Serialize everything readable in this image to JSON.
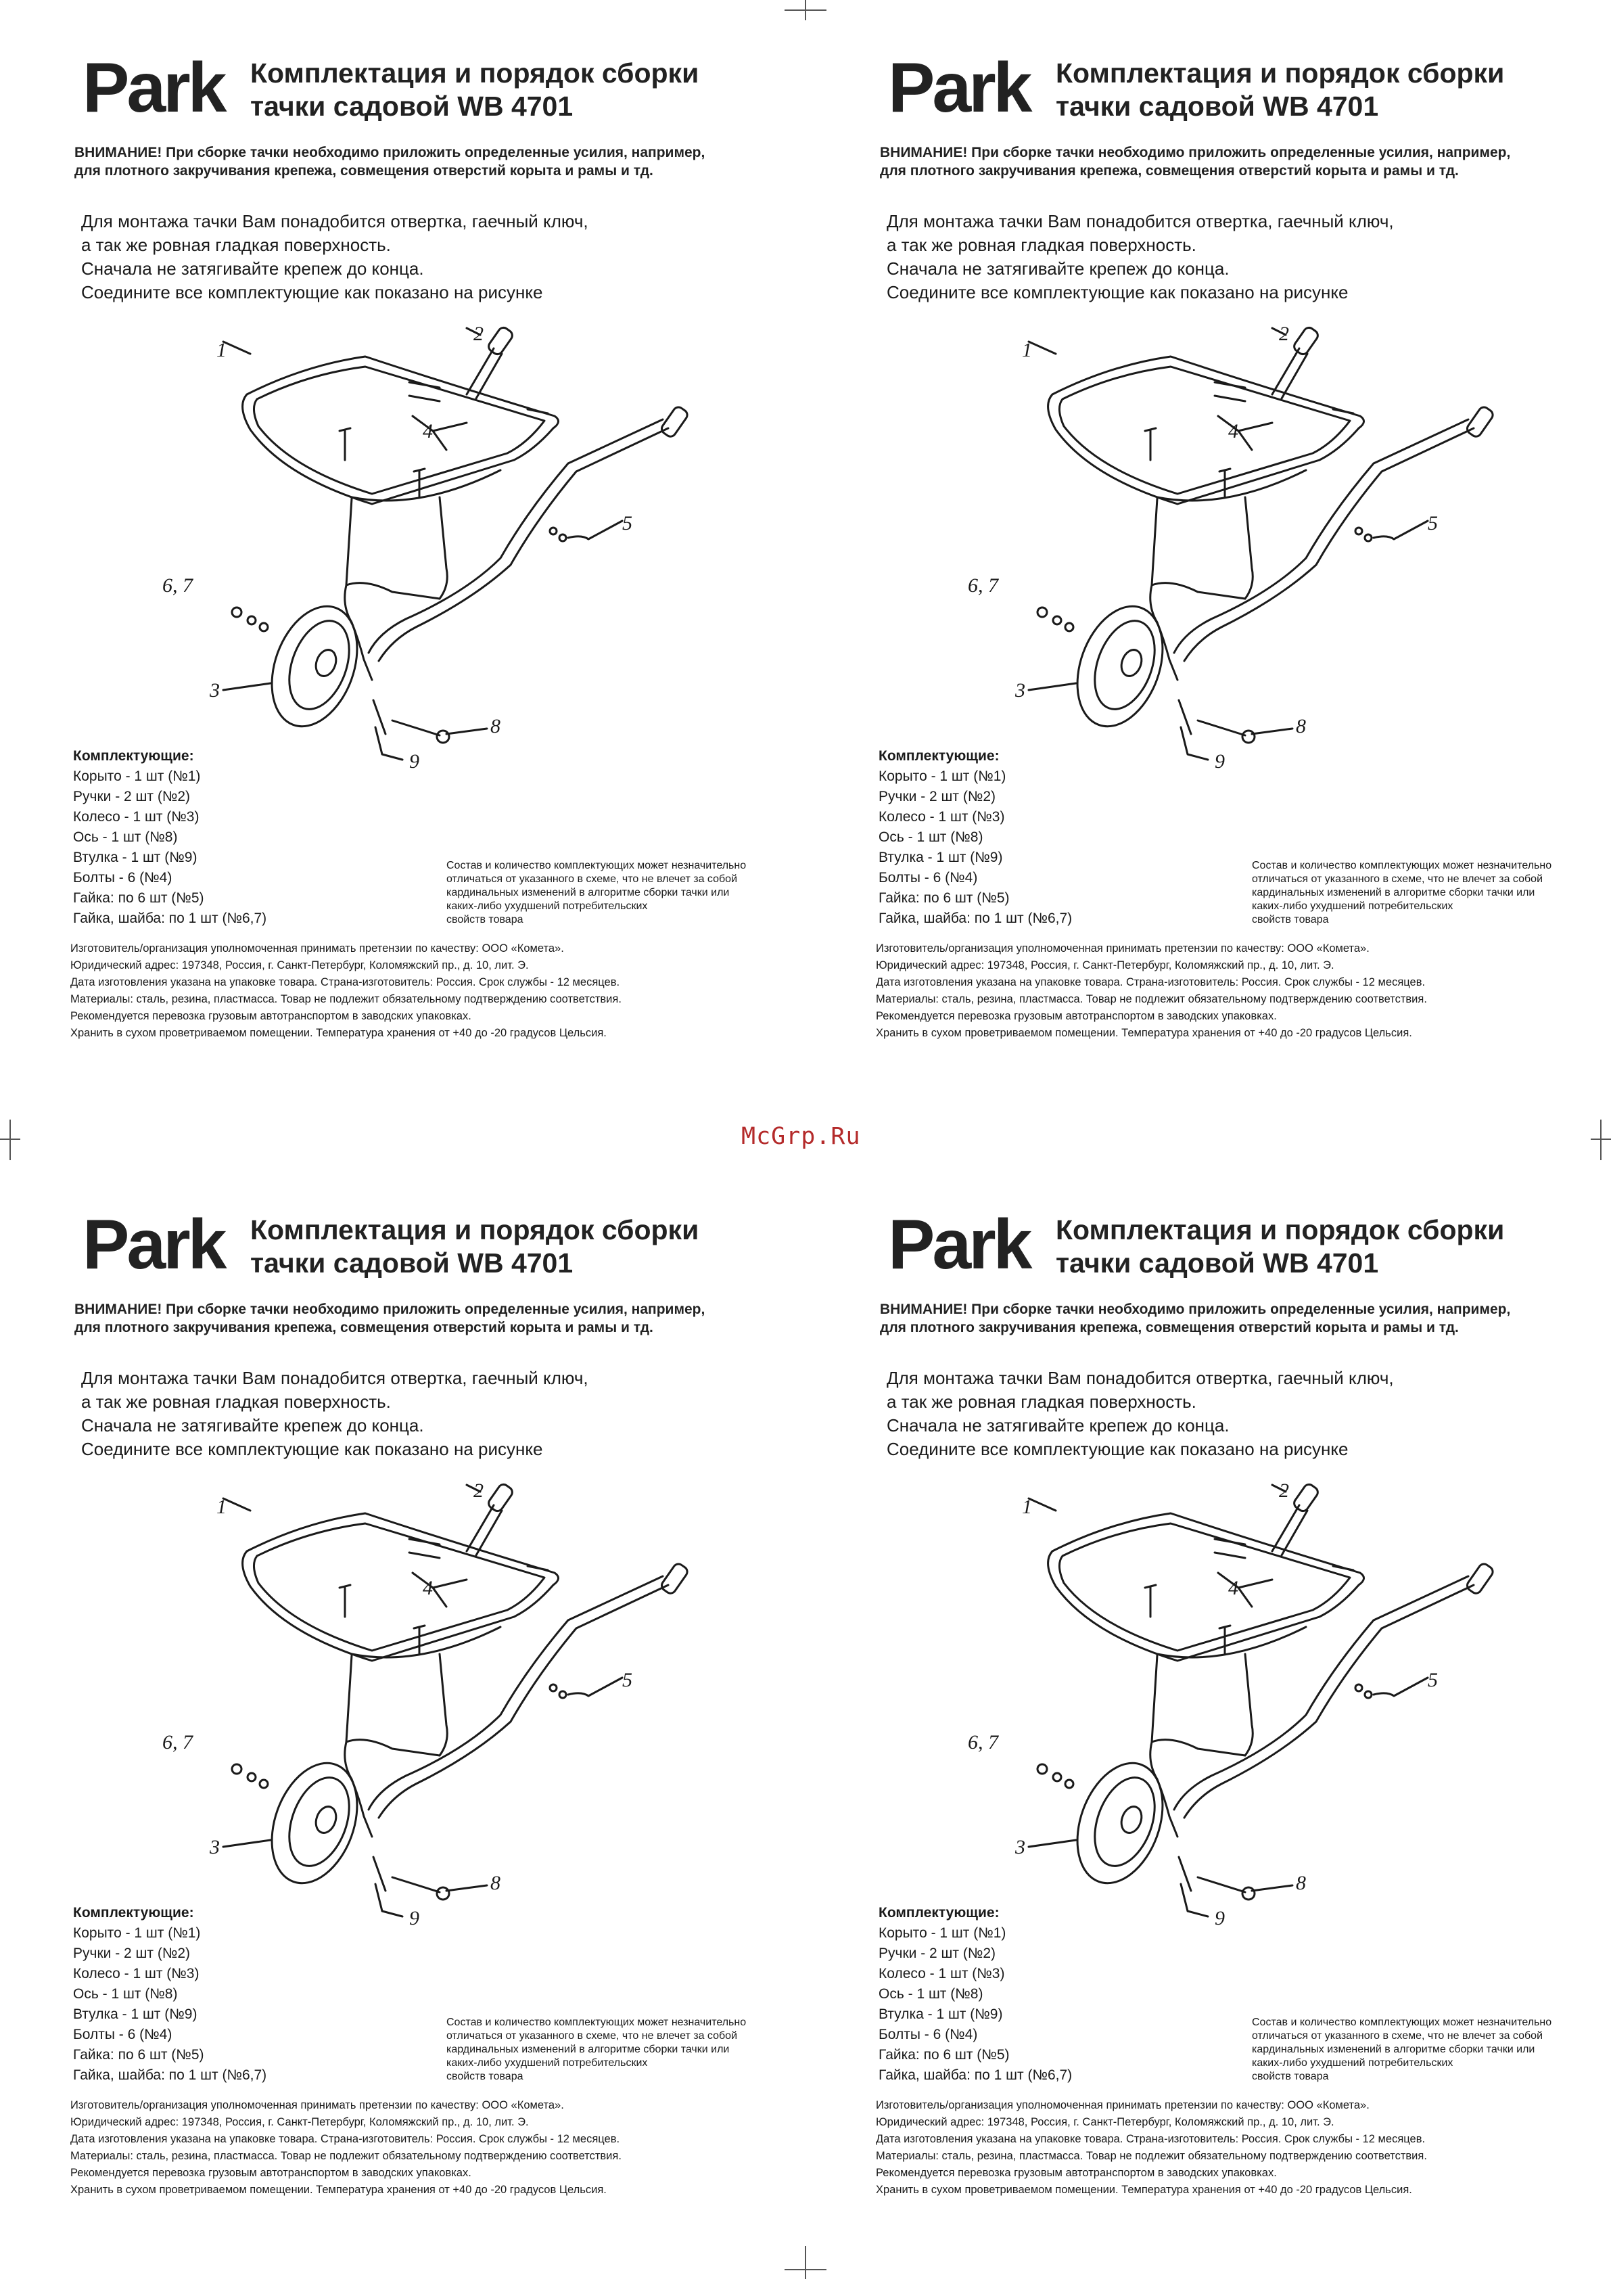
{
  "watermark": "McGrp.Ru",
  "panels": [
    {
      "brand": "Park",
      "title_line1": "Комплектация и порядок сборки",
      "title_line2": "тачки садовой WB 4701",
      "warning_line1": "ВНИМАНИЕ! При сборке тачки необходимо приложить определенные усилия, например,",
      "warning_line2": "для плотного закручивания крепежа, совмещения отверстий корыта и рамы и тд.",
      "intro": [
        "Для монтажа тачки Вам понадобится отвертка, гаечный ключ,",
        "а так же ровная гладкая поверхность.",
        "Сначала не затягивайте крепеж до конца.",
        "Соедините все комплектующие как показано на рисунке"
      ],
      "diagram_labels": {
        "l1": "1",
        "l2": "2",
        "l3": "3",
        "l4": "4",
        "l5": "5",
        "l67": "6, 7",
        "l8": "8",
        "l9": "9"
      },
      "parts_title": "Комплектующие:",
      "parts": [
        "Корыто - 1 шт  (№1)",
        "Ручки - 2 шт (№2)",
        "Колесо - 1 шт  (№3)",
        "Ось - 1 шт  (№8)",
        "Втулка - 1 шт  (№9)",
        "Болты  - 6 (№4)",
        "Гайка: по 6 шт  (№5)",
        "Гайка, шайба: по 1 шт  (№6,7)"
      ],
      "disclaimer": [
        "Состав и количество комплектующих может незначительно",
        "отличаться от указанного в схеме, что не влечет за собой",
        "кардинальных изменений в алгоритме сборки тачки или",
        "каких-либо ухудшений потребительских",
        "свойств товара"
      ],
      "footer": [
        "Изготовитель/организация уполномоченная принимать претензии  по качеству: ООО «Комета».",
        "Юридический адрес: 197348, Россия, г. Санкт-Петербург, Коломяжский пр., д. 10, лит. Э.",
        "Дата изготовления указана на упаковке товара. Страна-изготовитель: Россия. Срок службы - 12 месяцев.",
        "Материалы: сталь, резина, пластмасса. Товар не подлежит обязательному подтверждению соответствия.",
        "Рекомендуется перевозка грузовым автотранспортом в заводских упаковках.",
        "Хранить в сухом проветриваемом помещении. Температура хранения от +40 до -20 градусов Цельсия."
      ]
    },
    {
      "brand": "Park",
      "title_line1": "Комплектация и порядок сборки",
      "title_line2": "тачки садовой WB 4701",
      "warning_line1": "ВНИМАНИЕ! При сборке тачки необходимо приложить определенные усилия, например,",
      "warning_line2": "для плотного закручивания крепежа, совмещения отверстий корыта и рамы и тд.",
      "intro": [
        "Для монтажа тачки Вам понадобится отвертка, гаечный ключ,",
        "а так же ровная гладкая поверхность.",
        "Сначала не затягивайте крепеж до конца.",
        "Соедините все комплектующие как показано на рисунке"
      ],
      "diagram_labels": {
        "l1": "1",
        "l2": "2",
        "l3": "3",
        "l4": "4",
        "l5": "5",
        "l67": "6, 7",
        "l8": "8",
        "l9": "9"
      },
      "parts_title": "Комплектующие:",
      "parts": [
        "Корыто - 1 шт  (№1)",
        "Ручки - 2 шт (№2)",
        "Колесо - 1 шт  (№3)",
        "Ось - 1 шт  (№8)",
        "Втулка - 1 шт  (№9)",
        "Болты  - 6 (№4)",
        "Гайка: по 6 шт  (№5)",
        "Гайка, шайба: по 1 шт  (№6,7)"
      ],
      "disclaimer": [
        "Состав и количество комплектующих может незначительно",
        "отличаться от указанного в схеме, что не влечет за собой",
        "кардинальных изменений в алгоритме сборки тачки или",
        "каких-либо ухудшений потребительских",
        "свойств товара"
      ],
      "footer": [
        "Изготовитель/организация уполномоченная принимать претензии  по качеству: ООО «Комета».",
        "Юридический адрес: 197348, Россия, г. Санкт-Петербург, Коломяжский пр., д. 10, лит. Э.",
        "Дата изготовления указана на упаковке товара. Страна-изготовитель: Россия. Срок службы - 12 месяцев.",
        "Материалы: сталь, резина, пластмасса. Товар не подлежит обязательному подтверждению соответствия.",
        "Рекомендуется перевозка грузовым автотранспортом в заводских упаковках.",
        "Хранить в сухом проветриваемом помещении. Температура хранения от +40 до -20 градусов Цельсия."
      ]
    },
    {
      "brand": "Park",
      "title_line1": "Комплектация и порядок сборки",
      "title_line2": "тачки садовой WB 4701",
      "warning_line1": "ВНИМАНИЕ! При сборке тачки необходимо приложить определенные усилия, например,",
      "warning_line2": "для плотного закручивания крепежа, совмещения отверстий корыта и рамы и тд.",
      "intro": [
        "Для монтажа тачки Вам понадобится отвертка, гаечный ключ,",
        "а так же ровная гладкая поверхность.",
        "Сначала не затягивайте крепеж до конца.",
        "Соедините все комплектующие как показано на рисунке"
      ],
      "diagram_labels": {
        "l1": "1",
        "l2": "2",
        "l3": "3",
        "l4": "4",
        "l5": "5",
        "l67": "6, 7",
        "l8": "8",
        "l9": "9"
      },
      "parts_title": "Комплектующие:",
      "parts": [
        "Корыто - 1 шт  (№1)",
        "Ручки - 2 шт (№2)",
        "Колесо - 1 шт  (№3)",
        "Ось - 1 шт  (№8)",
        "Втулка - 1 шт  (№9)",
        "Болты  - 6 (№4)",
        "Гайка: по 6 шт  (№5)",
        "Гайка, шайба: по 1 шт  (№6,7)"
      ],
      "disclaimer": [
        "Состав и количество комплектующих может незначительно",
        "отличаться от указанного в схеме, что не влечет за собой",
        "кардинальных изменений в алгоритме сборки тачки или",
        "каких-либо ухудшений потребительских",
        "свойств товара"
      ],
      "footer": [
        "Изготовитель/организация уполномоченная принимать претензии  по качеству: ООО «Комета».",
        "Юридический адрес: 197348, Россия, г. Санкт-Петербург, Коломяжский пр., д. 10, лит. Э.",
        "Дата изготовления указана на упаковке товара. Страна-изготовитель: Россия. Срок службы - 12 месяцев.",
        "Материалы: сталь, резина, пластмасса. Товар не подлежит обязательному подтверждению соответствия.",
        "Рекомендуется перевозка грузовым автотранспортом в заводских упаковках.",
        "Хранить в сухом проветриваемом помещении. Температура хранения от +40 до -20 градусов Цельсия."
      ]
    },
    {
      "brand": "Park",
      "title_line1": "Комплектация и порядок сборки",
      "title_line2": "тачки садовой WB 4701",
      "warning_line1": "ВНИМАНИЕ! При сборке тачки необходимо приложить определенные усилия, например,",
      "warning_line2": "для плотного закручивания крепежа, совмещения отверстий корыта и рамы и тд.",
      "intro": [
        "Для монтажа тачки Вам понадобится отвертка, гаечный ключ,",
        "а так же ровная гладкая поверхность.",
        "Сначала не затягивайте крепеж до конца.",
        "Соедините все комплектующие как показано на рисунке"
      ],
      "diagram_labels": {
        "l1": "1",
        "l2": "2",
        "l3": "3",
        "l4": "4",
        "l5": "5",
        "l67": "6, 7",
        "l8": "8",
        "l9": "9"
      },
      "parts_title": "Комплектующие:",
      "parts": [
        "Корыто - 1 шт  (№1)",
        "Ручки - 2 шт (№2)",
        "Колесо - 1 шт  (№3)",
        "Ось - 1 шт  (№8)",
        "Втулка - 1 шт  (№9)",
        "Болты  - 6 (№4)",
        "Гайка: по 6 шт  (№5)",
        "Гайка, шайба: по 1 шт  (№6,7)"
      ],
      "disclaimer": [
        "Состав и количество комплектующих может незначительно",
        "отличаться от указанного в схеме, что не влечет за собой",
        "кардинальных изменений в алгоритме сборки тачки или",
        "каких-либо ухудшений потребительских",
        "свойств товара"
      ],
      "footer": [
        "Изготовитель/организация уполномоченная принимать претензии  по качеству: ООО «Комета».",
        "Юридический адрес: 197348, Россия, г. Санкт-Петербург, Коломяжский пр., д. 10, лит. Э.",
        "Дата изготовления указана на упаковке товара. Страна-изготовитель: Россия. Срок службы - 12 месяцев.",
        "Материалы: сталь, резина, пластмасса. Товар не подлежит обязательному подтверждению соответствия.",
        "Рекомендуется перевозка грузовым автотранспортом в заводских упаковках.",
        "Хранить в сухом проветриваемом помещении. Температура хранения от +40 до -20 градусов Цельсия."
      ]
    }
  ]
}
